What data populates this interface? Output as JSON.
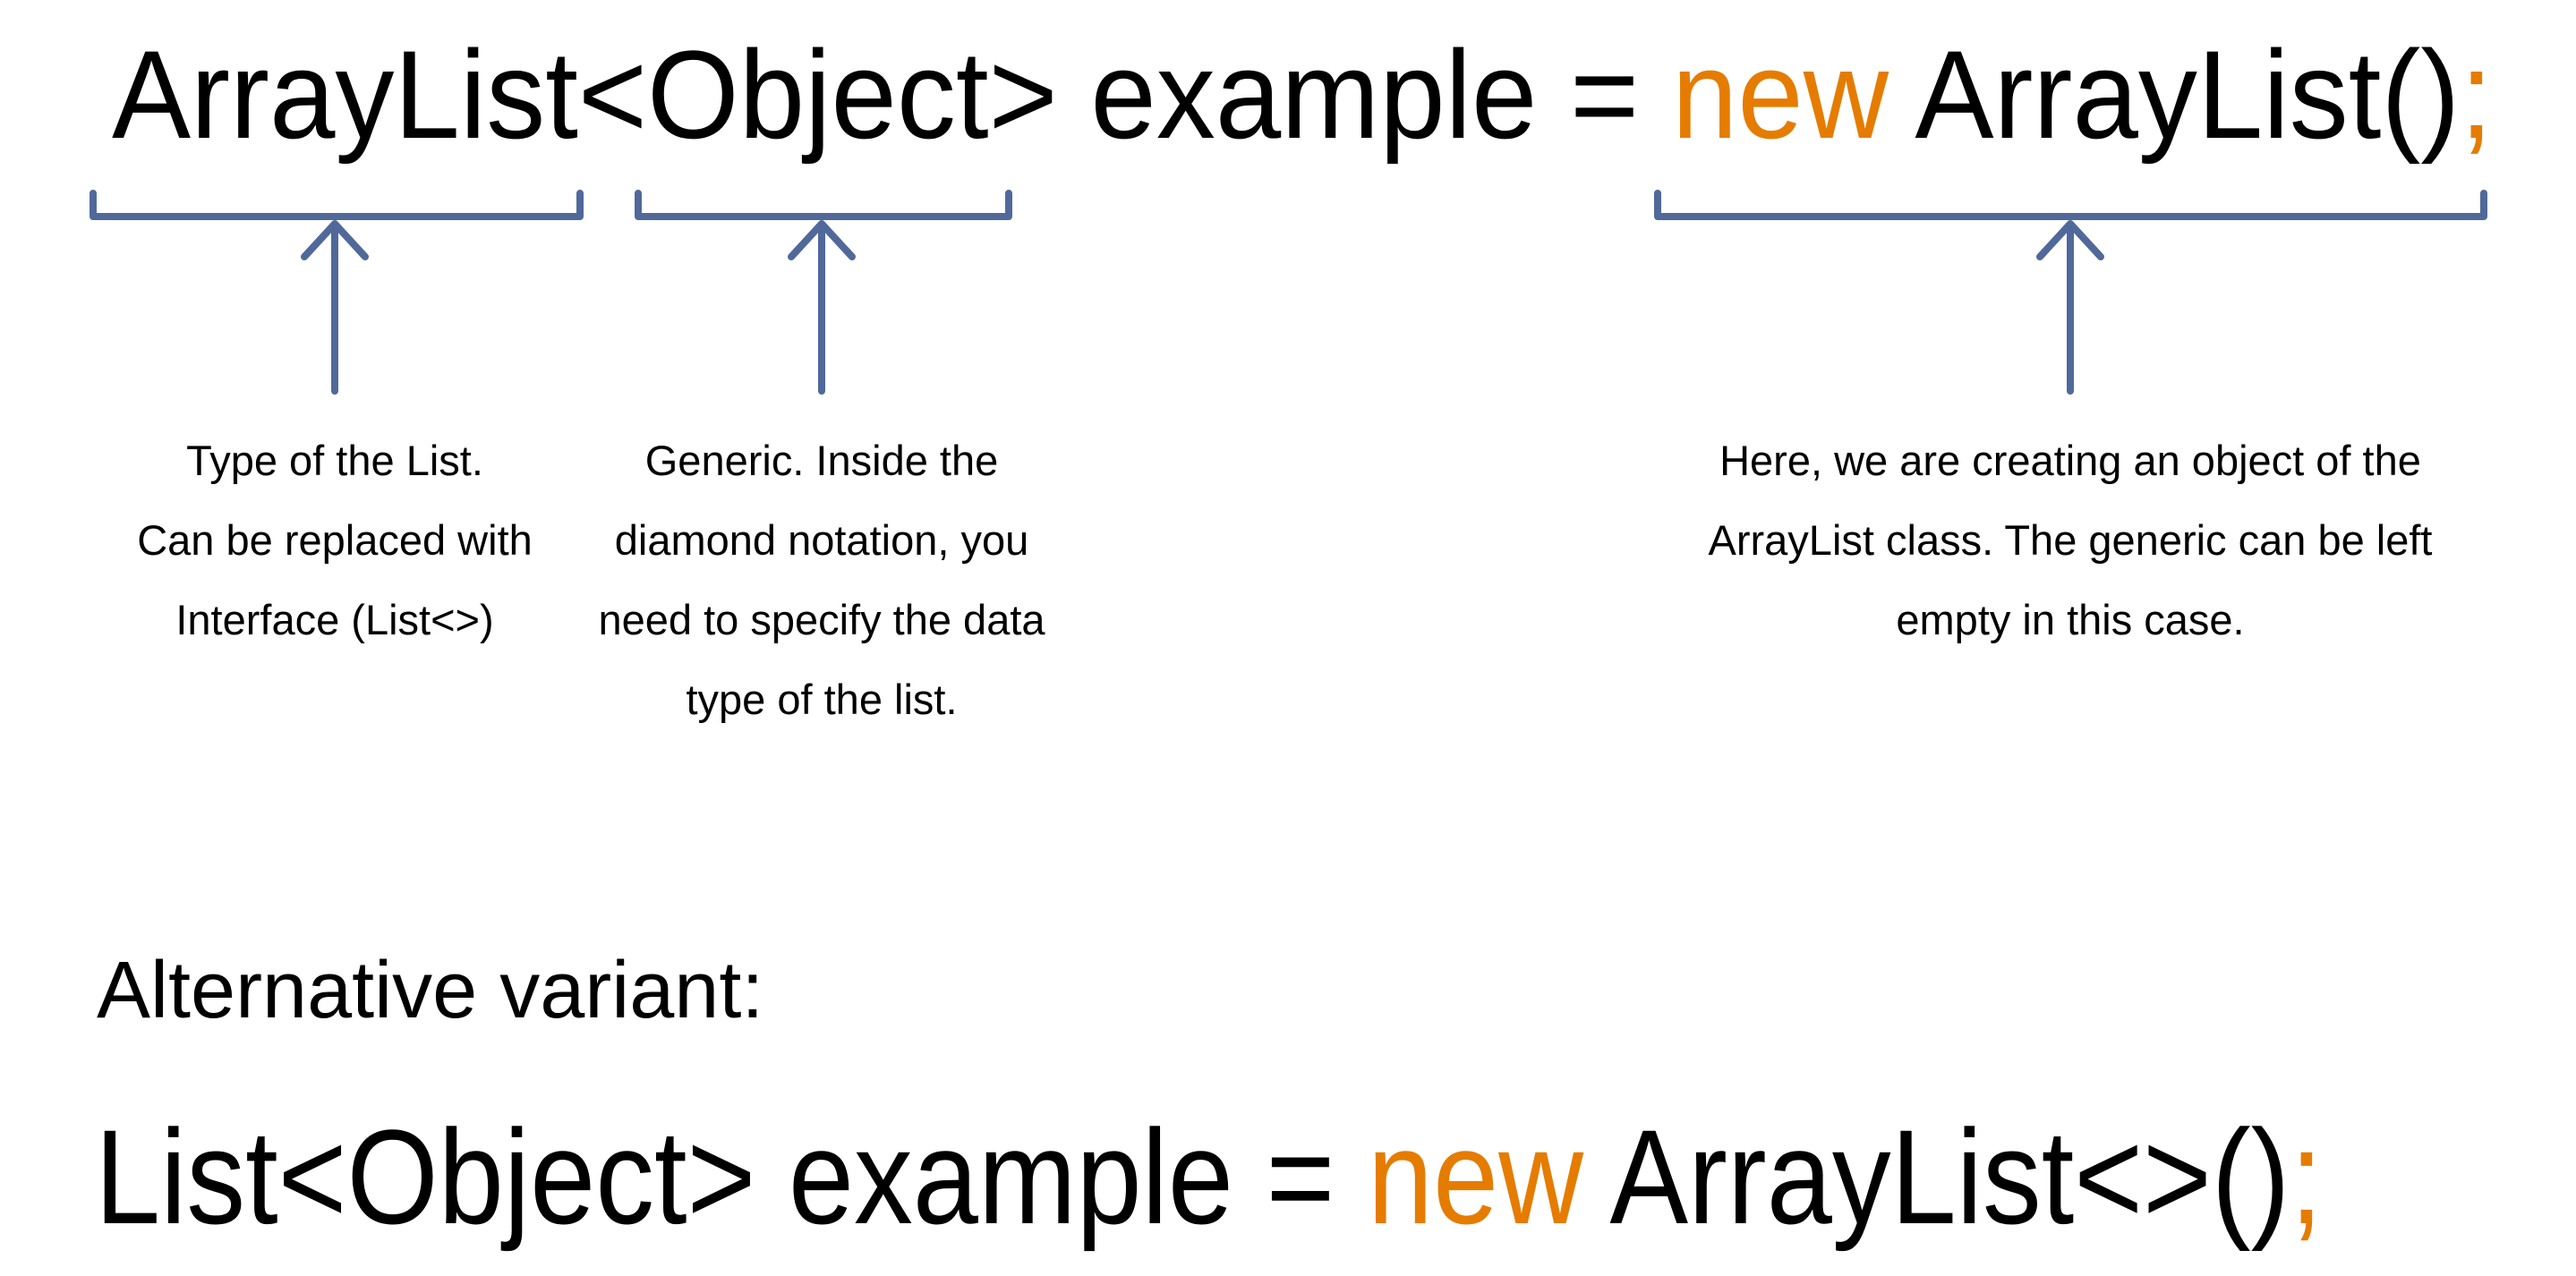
{
  "colors": {
    "keyword": "#E57C00",
    "annotation": "#50699A",
    "text": "#000000"
  },
  "main_statement": {
    "declaration": "ArrayList<Object> example = ",
    "keyword": "new",
    "constructor": "ArrayList()",
    "semicolon": ";"
  },
  "annotations": [
    {
      "lines": [
        "Type of the List.",
        "Can be replaced with",
        "Interface (List<>)"
      ]
    },
    {
      "lines": [
        "Generic. Inside the",
        "diamond notation, you",
        "need to specify the data",
        "type of the list."
      ]
    },
    {
      "lines": [
        "Here, we are creating an object of the",
        "ArrayList class. The generic can be left",
        "empty in this case."
      ]
    }
  ],
  "alternative": {
    "heading": "Alternative variant:",
    "declaration": "List<Object> example = ",
    "keyword": "new",
    "constructor": "ArrayList<>()",
    "semicolon": ";"
  }
}
